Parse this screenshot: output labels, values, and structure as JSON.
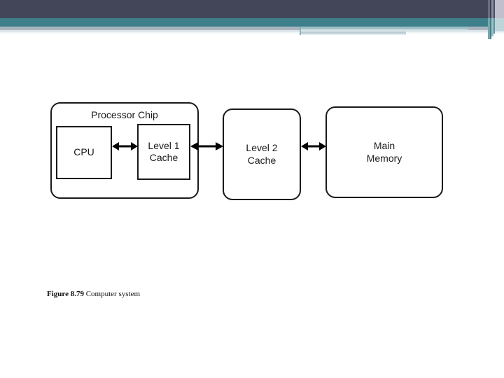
{
  "header": {
    "bands": [
      {
        "name": "dark-slate",
        "color": "#434559"
      },
      {
        "name": "teal",
        "color": "#3d7f8a"
      },
      {
        "name": "steel",
        "color": "#a9b6bf"
      },
      {
        "name": "pale",
        "color": "#dfe7ec"
      }
    ],
    "accent_color": "#3d7f8a",
    "stripe_color": "#c0bfcd"
  },
  "diagram": {
    "title": "Computer system",
    "type": "block-diagram",
    "nodes": [
      {
        "id": "processor-chip",
        "label": "Processor Chip",
        "shape": "rounded-rect",
        "container": true
      },
      {
        "id": "cpu",
        "label": "CPU",
        "shape": "rect",
        "parent": "processor-chip"
      },
      {
        "id": "l1-cache",
        "label": "Level 1\nCache",
        "label_line1": "Level 1",
        "label_line2": "Cache",
        "shape": "rect",
        "parent": "processor-chip"
      },
      {
        "id": "l2-cache",
        "label_line1": "Level 2",
        "label_line2": "Cache",
        "shape": "rounded-rect"
      },
      {
        "id": "main-memory",
        "label_line1": "Main",
        "label_line2": "Memory",
        "shape": "rounded-rect"
      }
    ],
    "edges": [
      {
        "from": "cpu",
        "to": "l1-cache",
        "style": "double-arrow"
      },
      {
        "from": "l1-cache",
        "to": "l2-cache",
        "style": "double-arrow"
      },
      {
        "from": "l2-cache",
        "to": "main-memory",
        "style": "double-arrow"
      }
    ]
  },
  "caption": {
    "number": "Figure 8.79",
    "text": " Computer system"
  }
}
